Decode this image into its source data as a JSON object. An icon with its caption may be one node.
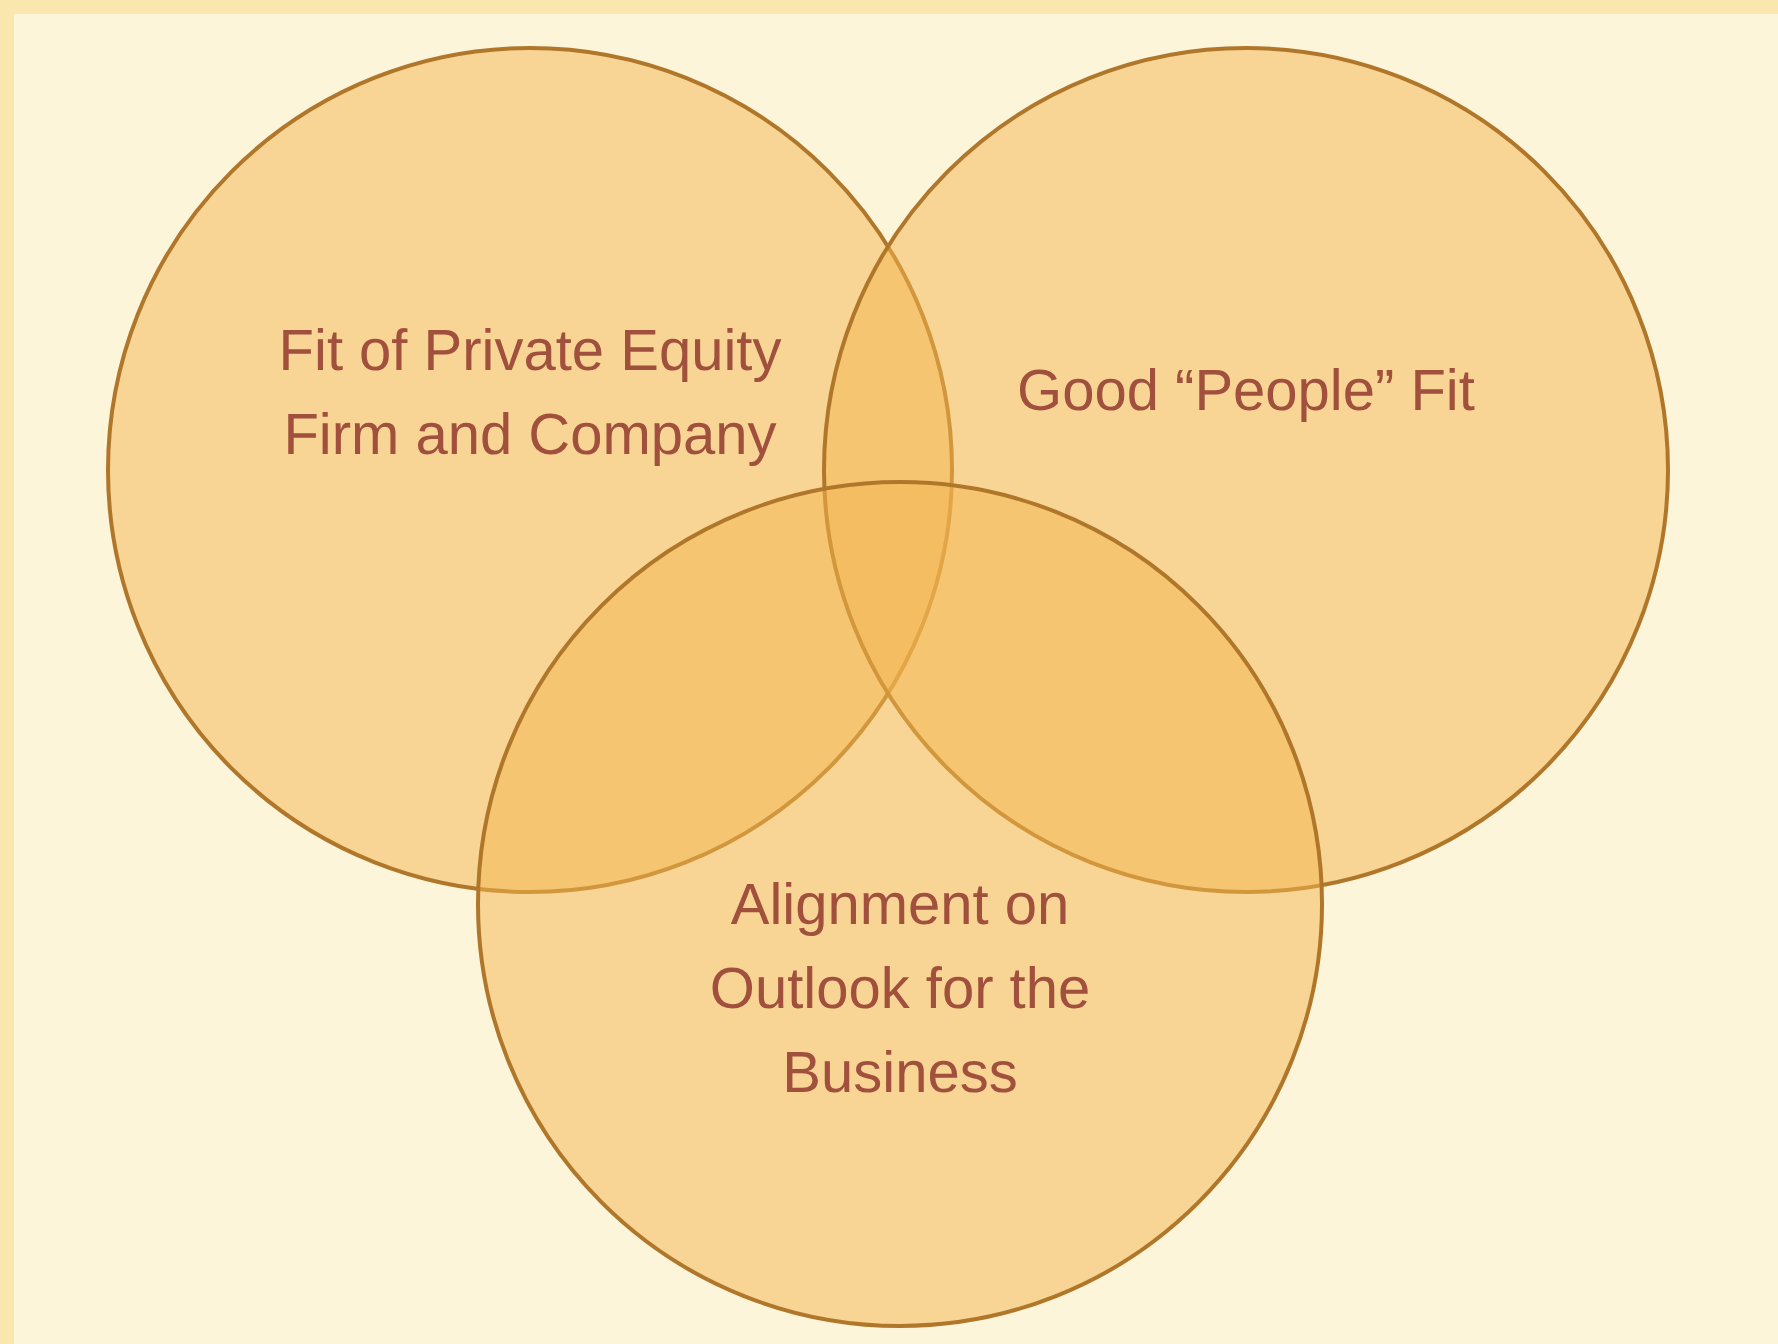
{
  "diagram": {
    "nodes": [
      {
        "text": [
          "Fit of Private Equity Firm and Company"
        ]
      },
      {
        "text": [
          "Good “People” Fit"
        ]
      },
      {
        "text": [
          "Alignment on Outlook for the Business"
        ]
      }
    ]
  }
}
